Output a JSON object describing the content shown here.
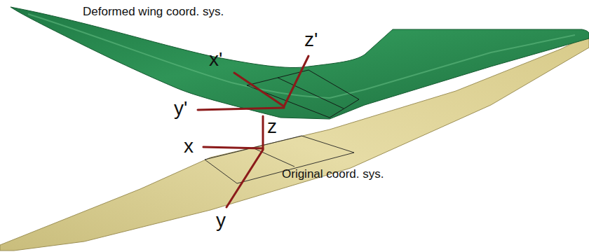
{
  "diagram": {
    "labels": [
      "Deformed wing coord. sys.",
      "z'",
      "x'",
      "y'",
      "z",
      "x",
      "y",
      "Original coord. sys."
    ]
  }
}
